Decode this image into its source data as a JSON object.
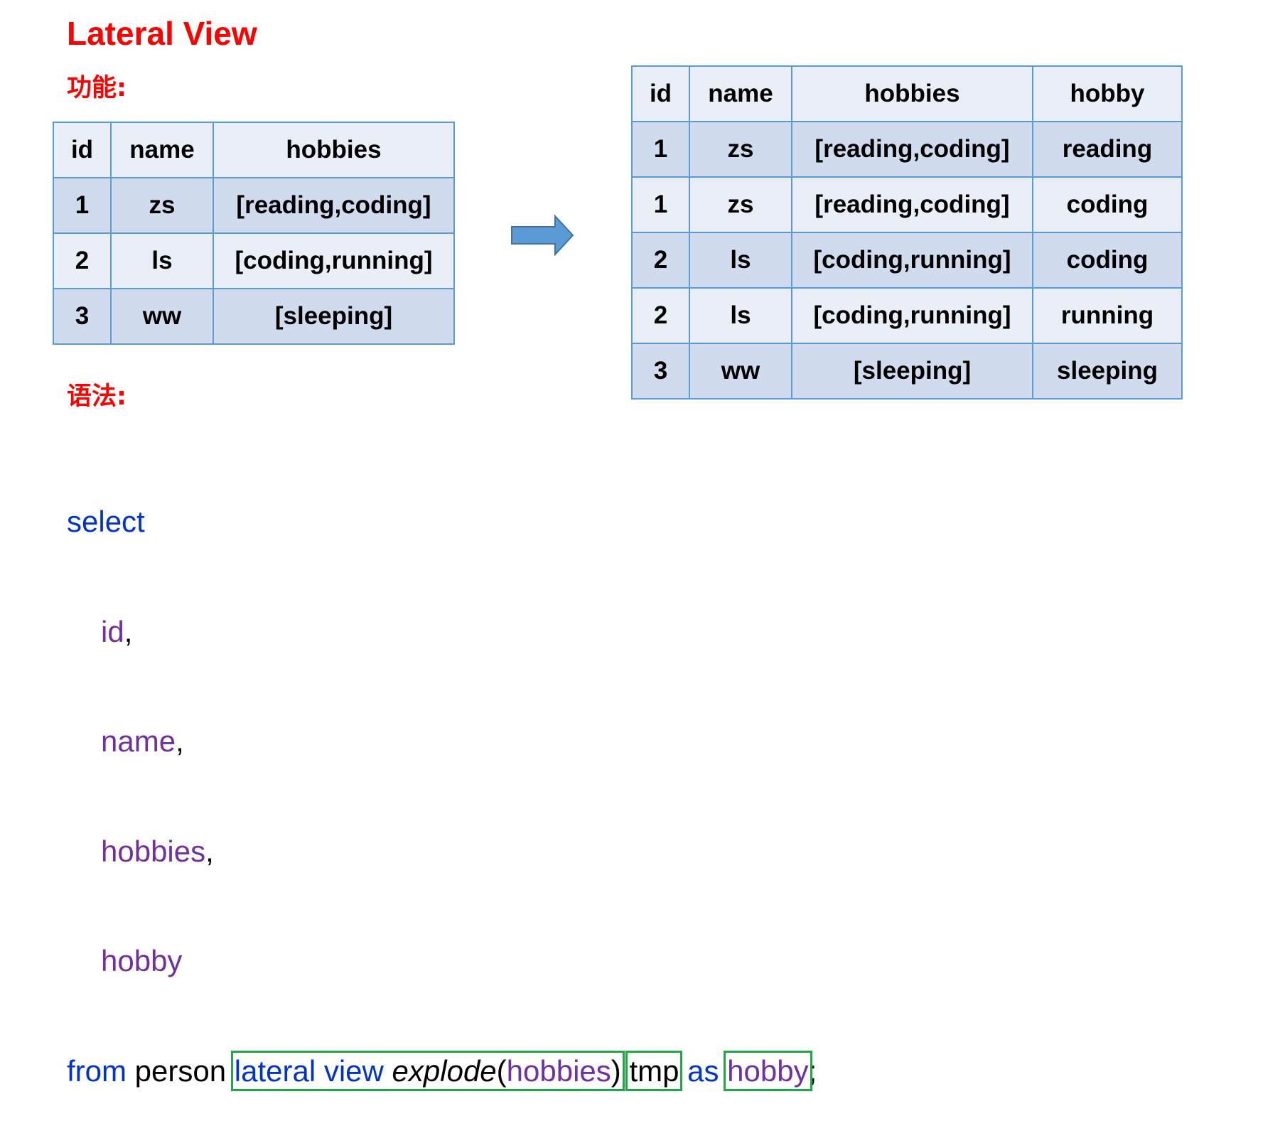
{
  "title": "Lateral View",
  "function_label": "功能:",
  "syntax_label": "语法:",
  "source_table": {
    "headers": [
      "id",
      "name",
      "hobbies"
    ],
    "rows": [
      [
        "1",
        "zs",
        "[reading,coding]"
      ],
      [
        "2",
        "ls",
        "[coding,running]"
      ],
      [
        "3",
        "ww",
        "[sleeping]"
      ]
    ]
  },
  "result_table": {
    "headers": [
      "id",
      "name",
      "hobbies",
      "hobby"
    ],
    "rows": [
      [
        "1",
        "zs",
        "[reading,coding]",
        "reading"
      ],
      [
        "1",
        "zs",
        "[reading,coding]",
        "coding"
      ],
      [
        "2",
        "ls",
        "[coding,running]",
        "coding"
      ],
      [
        "2",
        "ls",
        "[coding,running]",
        "running"
      ],
      [
        "3",
        "ww",
        "[sleeping]",
        "sleeping"
      ]
    ]
  },
  "arrow_icon": "right-arrow-icon",
  "colors": {
    "title": "#ff0000",
    "keyword": "#0033cc",
    "column": "#7030a0",
    "table_border": "#5b9bd5",
    "table_light": "#e9eef7",
    "table_dark": "#d0dbee",
    "highlight_box": "#1fa845",
    "arrow": "#5b9bd5"
  },
  "code": {
    "select": "select",
    "col_id": "id",
    "col_name": "name",
    "col_hobbies": "hobbies",
    "col_hobby": "hobby",
    "comma": ",",
    "from": "from",
    "table": "person",
    "lateral_view": "lateral view",
    "explode": "explode",
    "paren_open": "(",
    "explode_arg": "hobbies",
    "paren_close": ")",
    "alias": "tmp",
    "as": "as",
    "out_col": "hobby",
    "semicolon": ";"
  }
}
